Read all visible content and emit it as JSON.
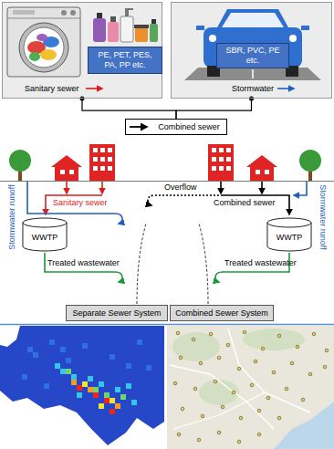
{
  "diagram": {
    "nodes": [
      {
        "text": [
          "Sanitary sewer"
        ]
      },
      {
        "text": [
          "PE, PET, PES, PA, PP etc."
        ],
        "in": 0
      },
      {
        "text": [
          "Stormwater"
        ]
      },
      {
        "text": [
          "SBR, PVC, PE etc."
        ],
        "in": 2
      },
      {
        "text": [
          "Combined sewer"
        ]
      },
      {
        "text": [
          "WWTP"
        ]
      },
      {
        "text": [
          "WWTP"
        ]
      },
      {
        "text": [
          "Separate Sewer System"
        ]
      },
      {
        "text": [
          "Combined Sewer System"
        ]
      }
    ],
    "edges": [
      {
        "from": 0,
        "to": 4,
        "arrow": "none"
      },
      {
        "from": 2,
        "to": 4,
        "arrow": "none"
      }
    ],
    "labels": [
      "Stormwater runoff",
      "Sanitary sewer",
      "Treated wastewater",
      "Overflow",
      "Combined sewer",
      "Stormwater runoff",
      "Treated wastewater"
    ]
  }
}
